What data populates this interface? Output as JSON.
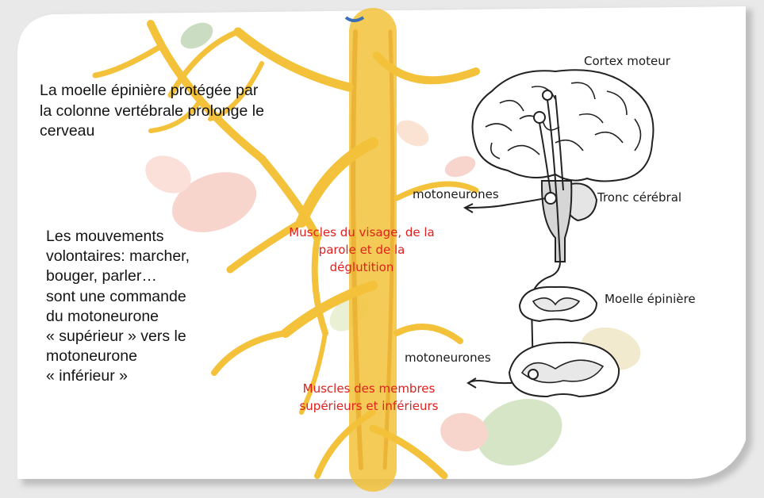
{
  "colors": {
    "background": "#ffffff",
    "tree": "#f3c23a",
    "annotation_red": "#e0201e",
    "text": "#141414"
  },
  "left_text": {
    "intro": "La moelle épinière protégée par la colonne vertébrale prolonge le cerveau",
    "movements_lines": [
      "Les mouvements",
      "volontaires: marcher,",
      "bouger, parler…",
      "sont une commande",
      "du motoneurone",
      "« supérieur » vers le",
      "motoneurone",
      "« inférieur »"
    ]
  },
  "diagram": {
    "cortex_label": "Cortex moteur",
    "brainstem_label": "Tronc cérébral",
    "spinal_cord_label": "Moelle épinière",
    "motoneurons_upper_label": "motoneurones",
    "motoneurons_lower_label": "motoneurones",
    "face_muscles_lines": [
      "Muscles du visage, de la",
      "parole et de la",
      "déglutition"
    ],
    "limb_muscles_lines": [
      "Muscles des membres",
      "supérieurs et inférieurs"
    ]
  }
}
